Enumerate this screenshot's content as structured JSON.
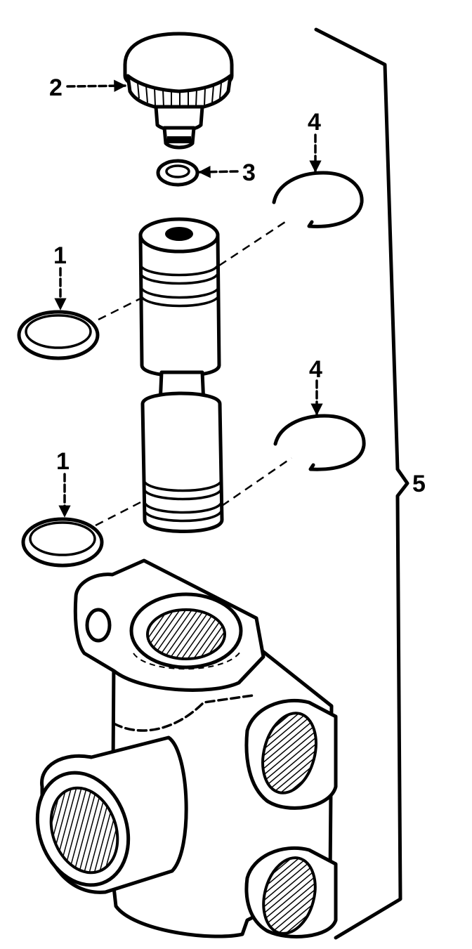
{
  "callouts": {
    "c1a": "1",
    "c1b": "1",
    "c2": "2",
    "c3": "3",
    "c4a": "4",
    "c4b": "4",
    "c5": "5"
  }
}
